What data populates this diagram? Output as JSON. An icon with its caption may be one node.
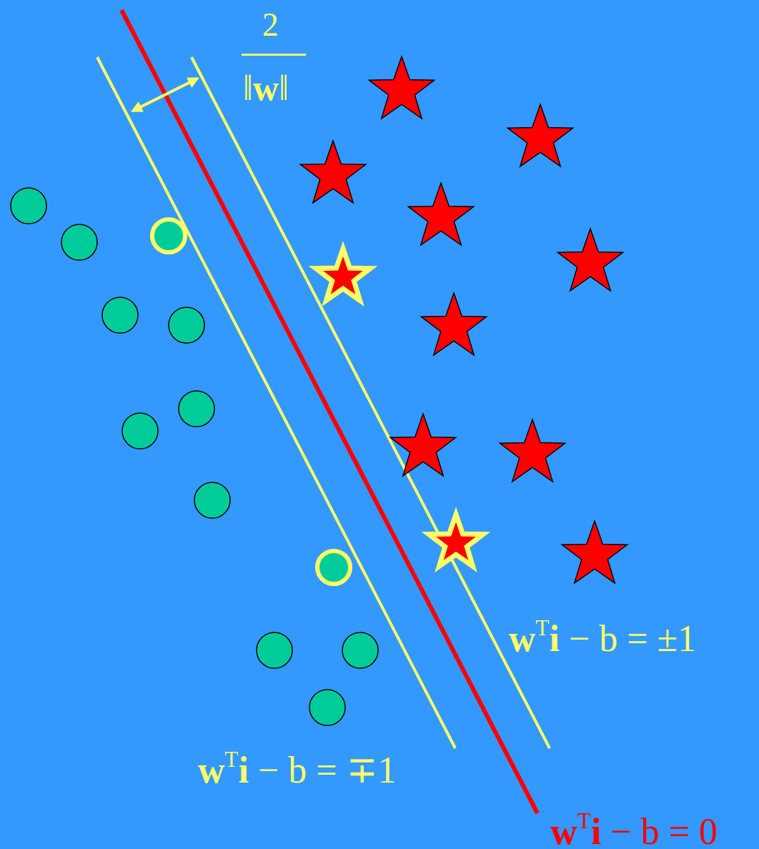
{
  "diagram": {
    "labels": [
      "2",
      "‖**w**‖",
      "**w**$^{T}$**i** − b = ±1",
      "**w**$^{T}$**i** − b = ∓1",
      "**w**$^{T}$**i** − b = 0"
    ]
  }
}
